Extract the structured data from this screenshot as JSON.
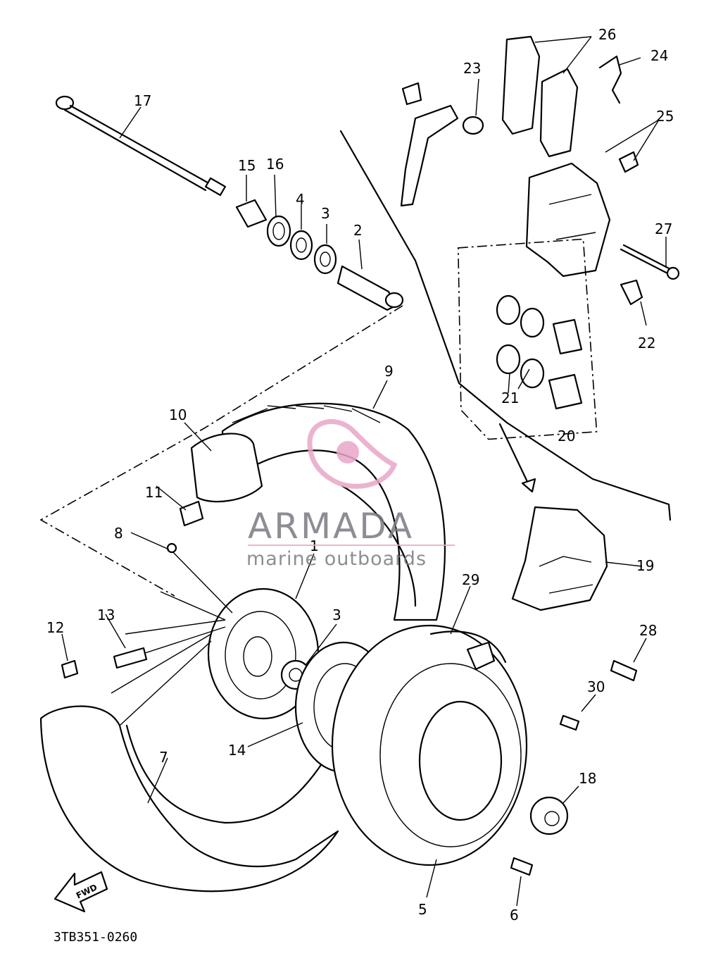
{
  "diagram_code": "3TB351-0260",
  "watermark": {
    "brand": "ARMADA",
    "tagline": "marine outboards",
    "colors": {
      "primary": "#7a7a82",
      "accent": "#e9a6c8"
    }
  },
  "direction_marker": "FWD",
  "callouts": {
    "c1": "1",
    "c2": "2",
    "c3a": "3",
    "c3b": "3",
    "c4": "4",
    "c5": "5",
    "c6": "6",
    "c7": "7",
    "c8": "8",
    "c9": "9",
    "c10": "10",
    "c11": "11",
    "c12": "12",
    "c13": "13",
    "c14": "14",
    "c15": "15",
    "c16": "16",
    "c17": "17",
    "c18": "18",
    "c19": "19",
    "c20": "20",
    "c21": "21",
    "c22": "22",
    "c23": "23",
    "c24": "24",
    "c25": "25",
    "c26": "26",
    "c27": "27",
    "c28": "28",
    "c29": "29",
    "c30": "30"
  }
}
